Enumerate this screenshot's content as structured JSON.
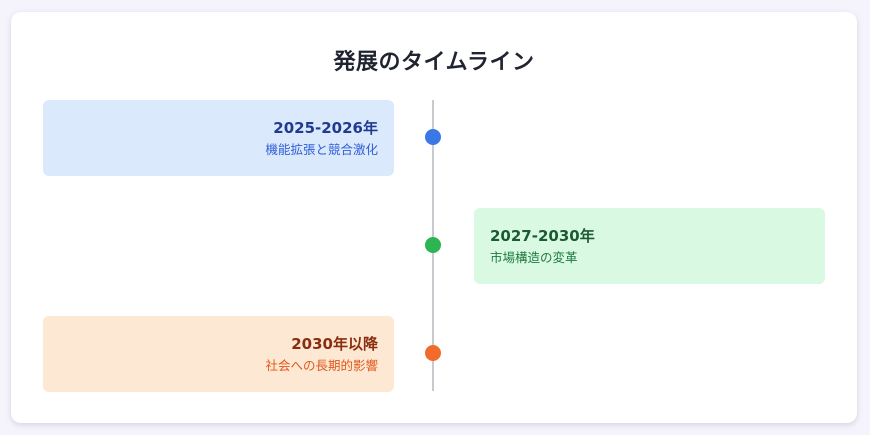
{
  "title": "発展のタイムライン",
  "events": [
    {
      "year": "2025-2026年",
      "description": "機能拡張と競合激化",
      "colors": {
        "background": "#dbe9fd",
        "text": "#203a8f",
        "desc": "#2f5fd6",
        "dot": "#3b78e7"
      }
    },
    {
      "year": "2027-2030年",
      "description": "市場構造の変革",
      "colors": {
        "background": "#d9f9e2",
        "text": "#1c5a33",
        "desc": "#1f7a3f",
        "dot": "#2db552"
      }
    },
    {
      "year": "2030年以降",
      "description": "社会への長期的影響",
      "colors": {
        "background": "#fde9d3",
        "text": "#8a2e0f",
        "desc": "#e2571c",
        "dot": "#f26b2a"
      }
    }
  ],
  "axis_color": "#c8cad0"
}
